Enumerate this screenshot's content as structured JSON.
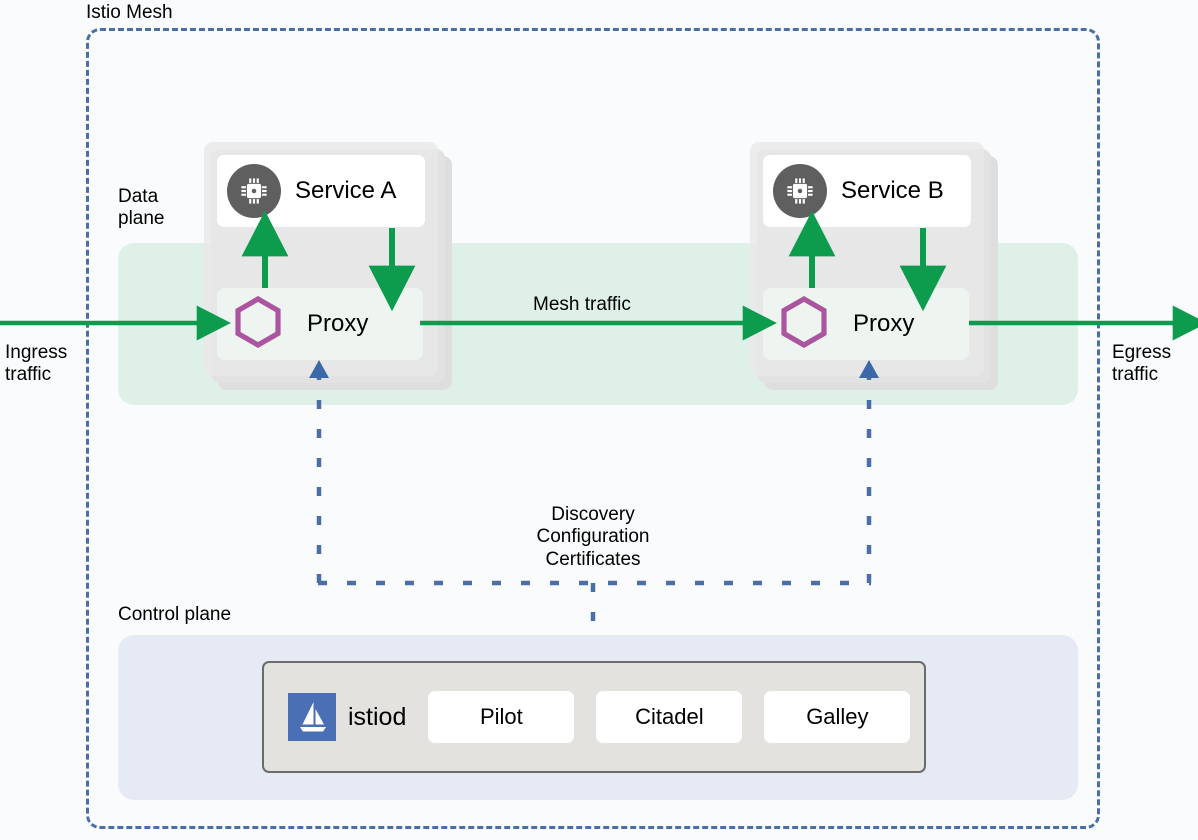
{
  "diagram": {
    "title": "Istio Mesh",
    "mesh_border_color": "#4a6fa8",
    "traffic_color": "#0d9b4e",
    "control_line_color": "#4a6fa8"
  },
  "planes": {
    "data_plane_label": "Data\nplane",
    "data_plane_color": "#dff0e8",
    "control_plane_label": "Control plane",
    "control_plane_color": "#e6eaf5"
  },
  "traffic": {
    "ingress_label": "Ingress\ntraffic",
    "egress_label": "Egress\ntraffic",
    "mesh_label": "Mesh traffic"
  },
  "control_signals": {
    "label": "Discovery\nConfiguration\nCertificates"
  },
  "pods": [
    {
      "id": "pod-a",
      "service_name": "Service A",
      "service_icon": "cpu-chip-icon",
      "proxy_name": "Proxy",
      "proxy_icon": "envoy-hexagon-icon"
    },
    {
      "id": "pod-b",
      "service_name": "Service B",
      "service_icon": "cpu-chip-icon",
      "proxy_name": "Proxy",
      "proxy_icon": "envoy-hexagon-icon"
    }
  ],
  "control_plane": {
    "istiod_name": "istiod",
    "istiod_logo": "istio-sailboat-icon",
    "istiod_logo_color": "#4a6fb5",
    "components": [
      {
        "label": "Pilot"
      },
      {
        "label": "Citadel"
      },
      {
        "label": "Galley"
      }
    ]
  }
}
